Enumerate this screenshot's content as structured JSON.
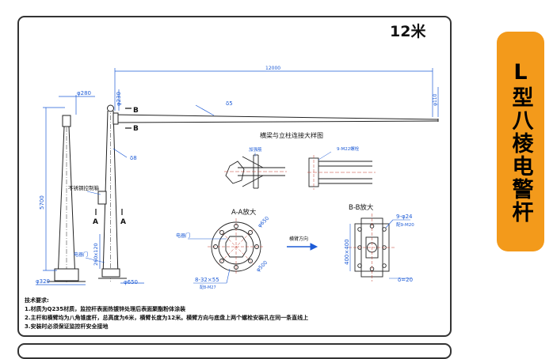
{
  "title_height": "12米",
  "badge": {
    "text": "L型八棱电警杆",
    "color": "#f39a1b"
  },
  "dims": {
    "arm_length": "12000",
    "top_dia": "φ280",
    "arm_joint_dia": "φ230",
    "arm_tip_dia": "φ110",
    "wall_5": "δ5",
    "wall_8": "δ8",
    "pole_height": "5700",
    "base_height": "260x120",
    "base_dia_320": "φ320",
    "base_dia_650": "φ650",
    "section_b": "B",
    "section_a": "A"
  },
  "labels": {
    "control_box": "不锈钢控制箱",
    "electric_door": "电器门",
    "detail_title": "横梁与立柱连接大样图",
    "flange_plate": "加强筋",
    "bolts_9m22": "9-M22螺栓",
    "aa_title": "A-A放大",
    "bb_title": "B-B放大",
    "electric_door_2": "电器门",
    "arm_direction": "横臂方向",
    "aa_dia_650": "φ650",
    "aa_dia_500": "φ500",
    "aa_holes": "8-32×55",
    "aa_bolts": "配8-M27",
    "bb_holes": "9-φ24",
    "bb_bolts": "配9-M20",
    "bb_size": "400×400",
    "bb_thickness": "δ=20"
  },
  "notes": {
    "heading": "技术要求:",
    "line1": "1.材质为Q235材质，监控杆表面热镀锌处理后表面聚酯粉体涂装",
    "line2": "2.主杆和横臂均为八角锥度杆，总高度为6米，横臂长度为12米。横臂方向与底盘上两个螺栓安装孔在同一条直线上",
    "line3": "3.安装时必须保证监控杆安全接地"
  },
  "colors": {
    "dim_blue": "#1d5bd6",
    "outline": "#222222",
    "red": "#c0392b"
  }
}
